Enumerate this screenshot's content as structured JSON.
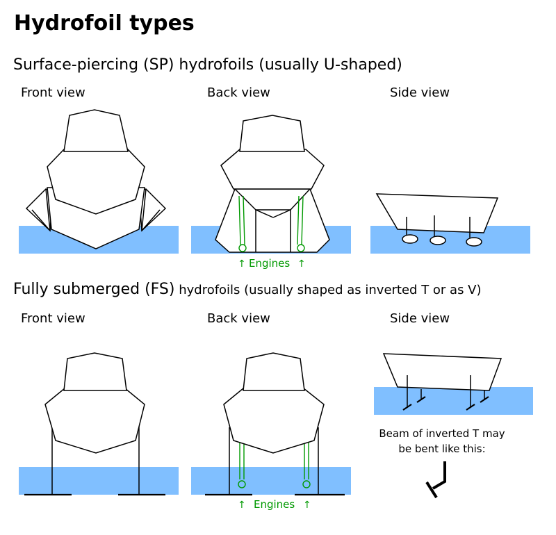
{
  "title": "Hydrofoil types",
  "sections": {
    "surface_piercing": {
      "heading": "Surface-piercing (SP) hydrofoils (usually U-shaped)",
      "views": {
        "front": "Front view",
        "back": "Back view",
        "side": "Side view"
      },
      "engines_label": "Engines"
    },
    "fully_submerged": {
      "heading_main": "Fully submerged (FS)",
      "heading_rest": " hydrofoils (usually shaped as inverted T or as V)",
      "views": {
        "front": "Front view",
        "back": "Back view",
        "side": "Side view"
      },
      "engines_label": "Engines",
      "note_line1": "Beam of inverted T may",
      "note_line2": "be bent like this:"
    }
  },
  "colors": {
    "water": "#80bfff",
    "engine": "#009900",
    "outline": "#000000"
  },
  "arrow_glyph": "↑"
}
